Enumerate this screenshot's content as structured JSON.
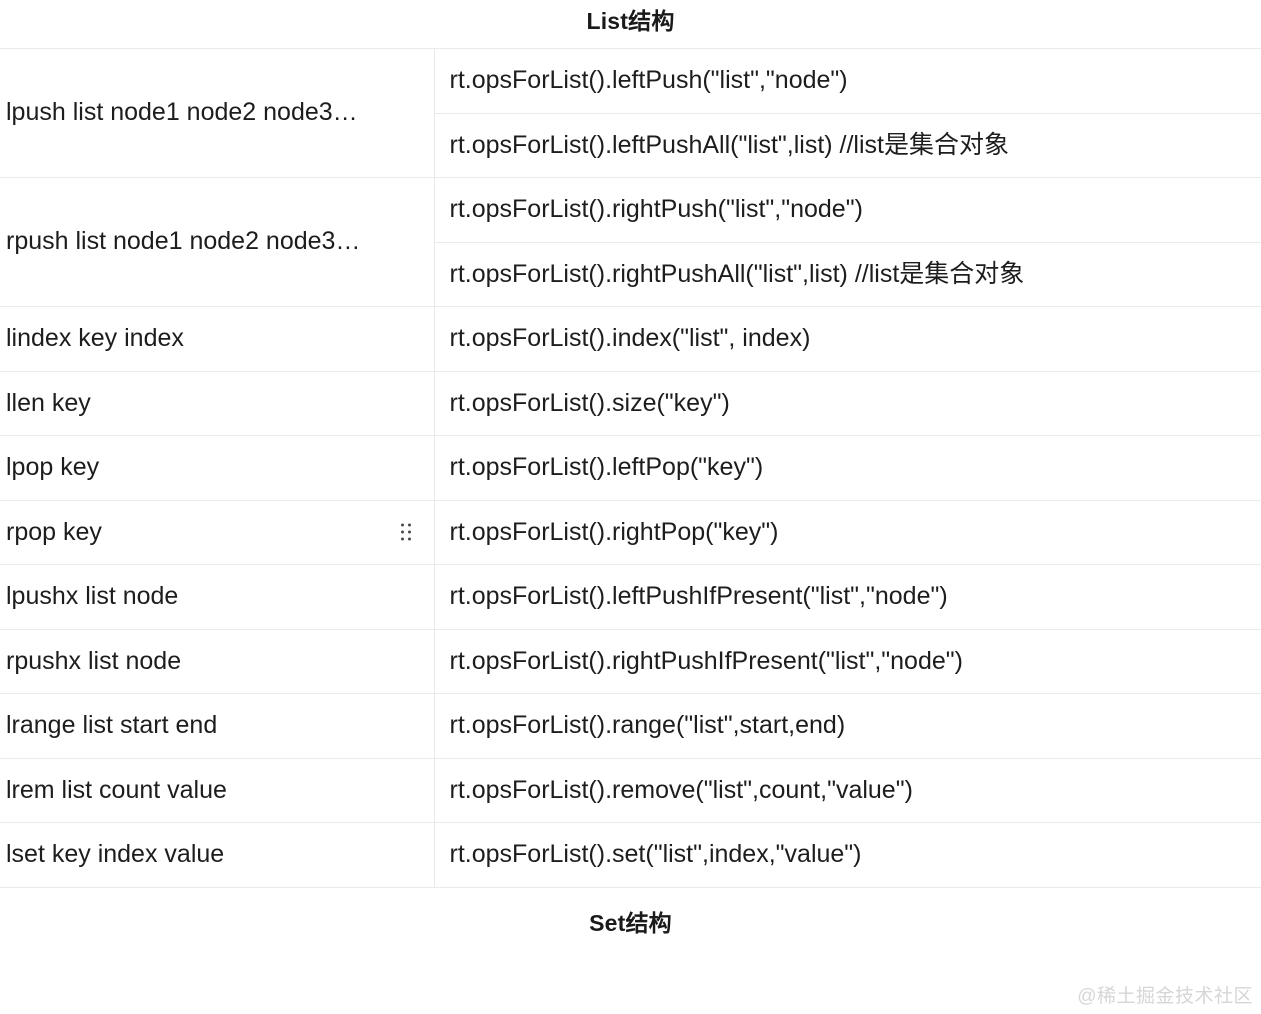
{
  "headings": {
    "top": "List结构",
    "bottom": "Set结构"
  },
  "watermark": "@稀土掘金技术社区",
  "table": {
    "grip_row_index": 5,
    "rows": [
      {
        "command": "lpush list node1 node2 node3…",
        "api": [
          "rt.opsForList().leftPush(\"list\",\"node\")",
          "rt.opsForList().leftPushAll(\"list\",list) //list是集合对象"
        ]
      },
      {
        "command": "rpush list node1 node2 node3…",
        "api": [
          "rt.opsForList().rightPush(\"list\",\"node\")",
          "rt.opsForList().rightPushAll(\"list\",list) //list是集合对象"
        ]
      },
      {
        "command": "lindex key index",
        "api": [
          "rt.opsForList().index(\"list\", index)"
        ]
      },
      {
        "command": "llen key",
        "api": [
          "rt.opsForList().size(\"key\")"
        ]
      },
      {
        "command": "lpop key",
        "api": [
          "rt.opsForList().leftPop(\"key\")"
        ]
      },
      {
        "command": "rpop key",
        "api": [
          "rt.opsForList().rightPop(\"key\")"
        ]
      },
      {
        "command": "lpushx list node",
        "api": [
          "rt.opsForList().leftPushIfPresent(\"list\",\"node\")"
        ]
      },
      {
        "command": "rpushx list node",
        "api": [
          "rt.opsForList().rightPushIfPresent(\"list\",\"node\")"
        ]
      },
      {
        "command": "lrange list start end",
        "api": [
          "rt.opsForList().range(\"list\",start,end)"
        ]
      },
      {
        "command": "lrem list count value",
        "api": [
          "rt.opsForList().remove(\"list\",count,\"value\")"
        ]
      },
      {
        "command": "lset key index value",
        "api": [
          "rt.opsForList().set(\"list\",index,\"value\")"
        ]
      }
    ]
  }
}
